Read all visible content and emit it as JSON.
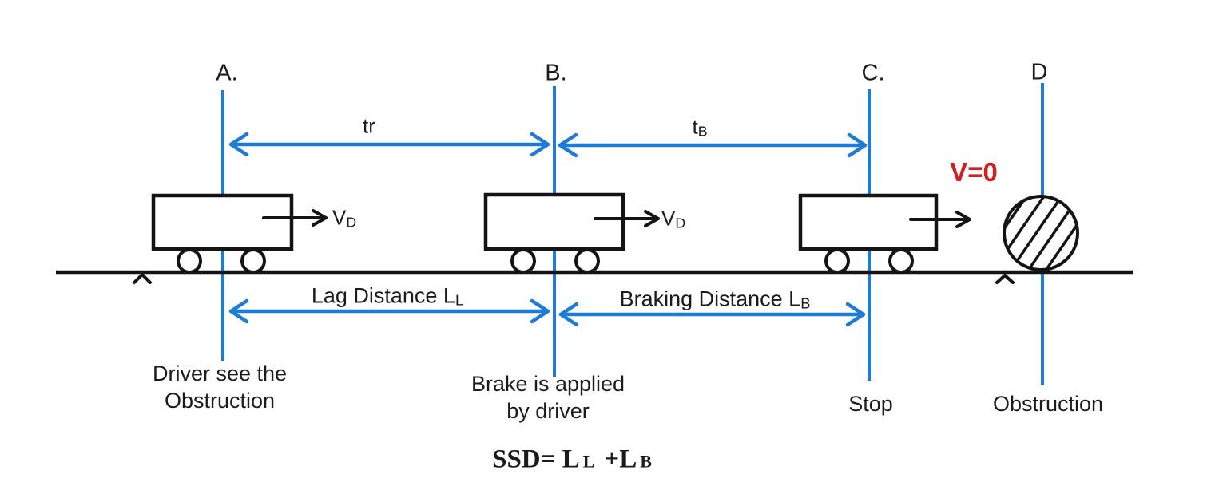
{
  "title": "Stopping Sight Distance (SSD) diagram",
  "colors": {
    "accent_blue": "#1e7cd6",
    "alert_red": "#cb2026",
    "line_black": "#141414"
  },
  "markers": {
    "a": "A.",
    "b": "B.",
    "c": "C.",
    "d": "D"
  },
  "time": {
    "tr": "tr",
    "tb_main": "t",
    "tb_sub": "B"
  },
  "speed": {
    "main": "V",
    "sub": "D",
    "stop": "V=0"
  },
  "distances": {
    "lag_main": "Lag Distance L",
    "lag_sub": "L",
    "brake_main": "Braking Distance L",
    "brake_sub": "B"
  },
  "events": {
    "a1": "Driver see the",
    "a2": "Obstruction",
    "b1": "Brake is applied",
    "b2": "by driver",
    "c": "Stop",
    "d": "Obstruction"
  },
  "formula": {
    "p1": "SSD= L",
    "s1": "L",
    "p2": "+L",
    "s2": "B"
  }
}
